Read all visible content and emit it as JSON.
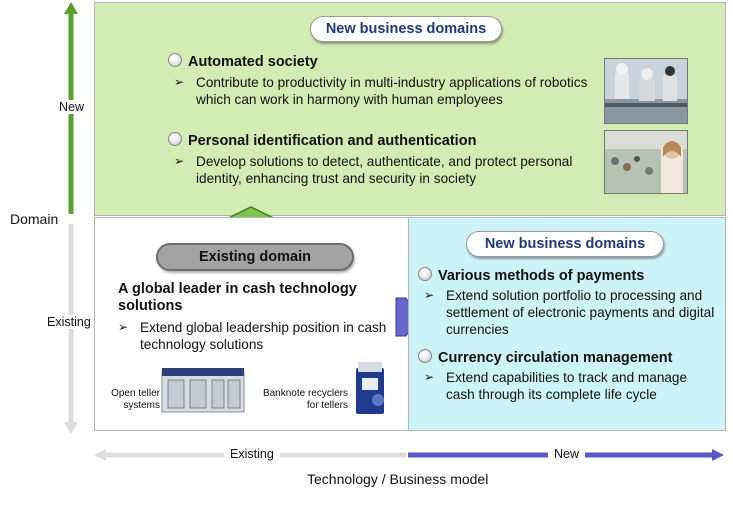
{
  "y_axis": {
    "title": "Domain",
    "new_label": "New",
    "existing_label": "Existing"
  },
  "x_axis": {
    "title": "Technology / Business model",
    "existing_label": "Existing",
    "new_label": "New"
  },
  "top_box": {
    "pill_label": "New business domains",
    "items": [
      {
        "heading": "Automated society",
        "body": "Contribute to productivity in multi-industry applications of robotics which can work in harmony with human employees"
      },
      {
        "heading": "Personal identification and authentication",
        "body": "Develop solutions to detect, authenticate, and protect personal identity, enhancing trust and security in society"
      }
    ]
  },
  "existing_box": {
    "pill_label": "Existing domain",
    "heading": "A global leader in cash technology solutions",
    "body": "Extend global leadership position in cash technology solutions",
    "image_labels": [
      "Open teller systems",
      "Banknote recyclers for tellers"
    ]
  },
  "right_box": {
    "pill_label": "New business domains",
    "items": [
      {
        "heading": "Various methods of payments",
        "body": "Extend solution portfolio to processing and settlement of electronic payments and digital currencies"
      },
      {
        "heading": "Currency circulation management",
        "body": "Extend capabilities to track and manage cash through its complete life cycle"
      }
    ]
  },
  "colors": {
    "top_fill": "#d3ecb4",
    "right_fill": "#ccf3f7",
    "green_arrow": "#5aa02c",
    "blue_arrow": "#5858c8",
    "gray_arrow": "#dcdcdc"
  },
  "bullet_glyph": "➢"
}
